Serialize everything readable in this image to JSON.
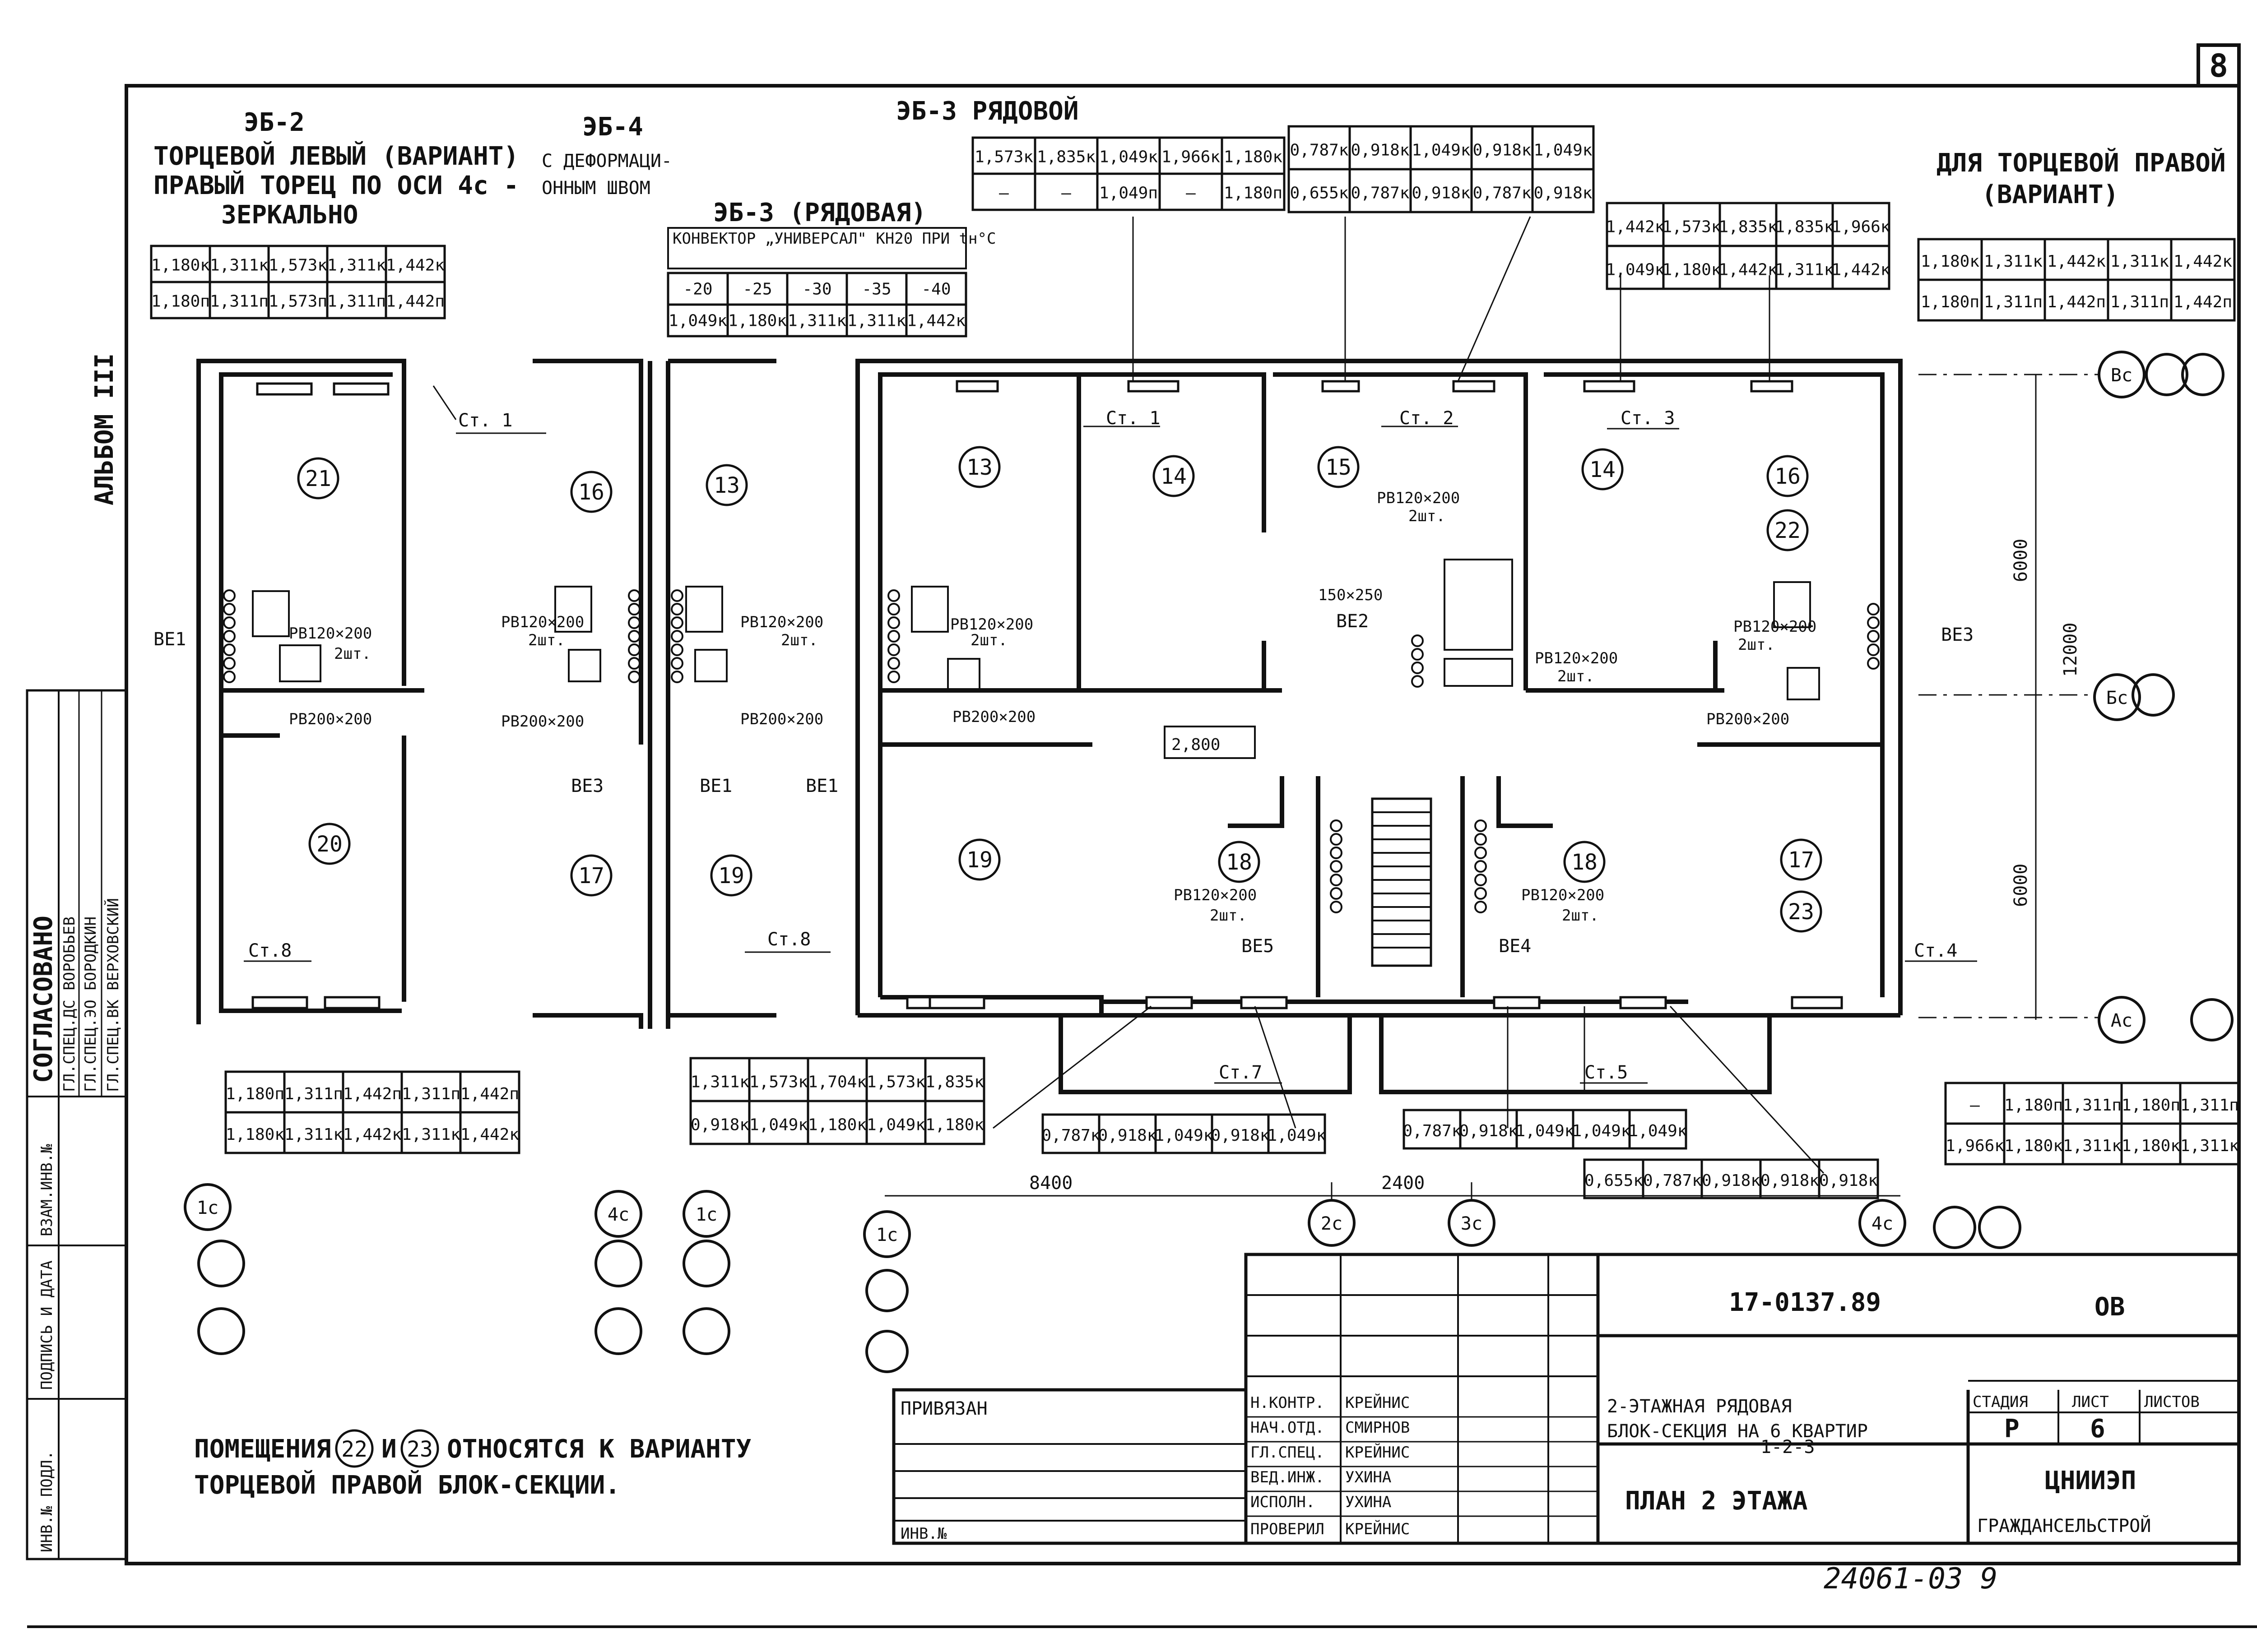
{
  "sheet_number": "8",
  "album": "АЛЬБОМ III",
  "eb2": {
    "title": "ЭБ-2",
    "note": [
      "ТОРЦЕВОЙ ЛЕВЫЙ (ВАРИАНТ)",
      "ПРАВЫЙ ТОРЕЦ ПО ОСИ 4с -",
      "ЗЕРКАЛЬНО"
    ],
    "table": [
      [
        "1,180к",
        "1,311к",
        "1,573к",
        "1,311к",
        "1,442к"
      ],
      [
        "1,180п",
        "1,311п",
        "1,573п",
        "1,311п",
        "1,442п"
      ]
    ]
  },
  "eb4": {
    "title": "ЭБ-4",
    "note": [
      "С ДЕФОРМАЦИ-",
      "ОННЫМ ШВОМ"
    ]
  },
  "eb3a": {
    "title": "ЭБ-3 (РЯДОВАЯ)",
    "convector": "КОНВЕКТОР „УНИВЕРСАЛ\" КН20 ПРИ tн°С",
    "temps": [
      "-20",
      "-25",
      "-30",
      "-35",
      "-40"
    ],
    "values": [
      "1,049к",
      "1,180к",
      "1,311к",
      "1,311к",
      "1,442к"
    ]
  },
  "eb3b": {
    "title": "ЭБ-3 РЯДОВОЙ",
    "table": [
      [
        "1,573к",
        "1,835к",
        "1,049к",
        "1,966к",
        "1,180к"
      ],
      [
        "—",
        "—",
        "1,049п",
        "—",
        "1,180п"
      ]
    ]
  },
  "top_center_table": [
    [
      "0,787к",
      "0,918к",
      "1,049к",
      "0,918к",
      "1,049к"
    ],
    [
      "0,655к",
      "0,787к",
      "0,918к",
      "0,787к",
      "0,918к"
    ]
  ],
  "top_right_table": [
    [
      "1,442к",
      "1,573к",
      "1,835к",
      "1,835к",
      "1,966к"
    ],
    [
      "1,049к",
      "1,180к",
      "1,442к",
      "1,311к",
      "1,442к"
    ]
  ],
  "right_end": {
    "note": [
      "ДЛЯ ТОРЦЕВОЙ ПРАВОЙ",
      "(ВАРИАНТ)"
    ],
    "table": [
      [
        "1,180к",
        "1,311к",
        "1,442к",
        "1,311к",
        "1,442к"
      ],
      [
        "1,180п",
        "1,311п",
        "1,442п",
        "1,311п",
        "1,442п"
      ]
    ]
  },
  "bottom_tables": {
    "left": [
      [
        "1,180п",
        "1,311п",
        "1,442п",
        "1,311п",
        "1,442п"
      ],
      [
        "1,180к",
        "1,311к",
        "1,442к",
        "1,311к",
        "1,442к"
      ]
    ],
    "mid_left": [
      [
        "1,311к",
        "1,573к",
        "1,704к",
        "1,573к",
        "1,835к"
      ],
      [
        "0,918к",
        "1,049к",
        "1,180к",
        "1,049к",
        "1,180к"
      ]
    ],
    "center_a": [
      "0,787к",
      "0,918к",
      "1,049к",
      "0,918к",
      "1,049к"
    ],
    "center_b": [
      "0,787к",
      "0,918к",
      "1,049к",
      "1,049к",
      "1,049к"
    ],
    "center_c": [
      "0,655к",
      "0,787к",
      "0,918к",
      "0,918к",
      "0,918к"
    ],
    "right": [
      [
        "—",
        "1,180п",
        "1,311п",
        "1,180п",
        "1,311п"
      ],
      [
        "1,966к",
        "1,180к",
        "1,311к",
        "1,180к",
        "1,311к"
      ]
    ]
  },
  "rooms": [
    "21",
    "16",
    "13",
    "13",
    "14",
    "15",
    "14",
    "16",
    "22",
    "20",
    "17",
    "19",
    "19",
    "18",
    "18",
    "17",
    "23"
  ],
  "risers": [
    "Ст. 1",
    "Ст. 1",
    "Ст. 2",
    "Ст. 3",
    "Ст.8",
    "Ст.8",
    "Ст.7",
    "Ст.5",
    "Ст.4"
  ],
  "equipment": {
    "ve1": "ВЕ1",
    "ve2": "ВЕ2",
    "ve3": "ВЕ3",
    "ve4": "ВЕ4",
    "ve5": "ВЕ5",
    "rb_small": "РВ120×200",
    "rb_small2": "2шт.",
    "rb_big": "РВ200×200",
    "duct": "150×250",
    "stair_dim": "2,800"
  },
  "axes": [
    "1с",
    "4с",
    "1с",
    "1с",
    "2с",
    "3с",
    "4с",
    "Вс",
    "Бс",
    "Ас"
  ],
  "dims": {
    "d8400": "8400",
    "d2400": "2400",
    "d6000a": "6000",
    "d12000": "12000",
    "d6000b": "6000"
  },
  "footnote": [
    "ПОМЕЩЕНИЯ",
    "И",
    "ОТНОСЯТСЯ К ВАРИАНТУ",
    "ТОРЦЕВОЙ ПРАВОЙ БЛОК-СЕКЦИИ."
  ],
  "side_stamp": {
    "agreed": "СОГЛАСОВАНО",
    "rows": [
      "ГЛ.СПЕЦ.ДС ВОРОБЬЕВ",
      "ГЛ.СПЕЦ.ЭО БОРОДКИН",
      "ГЛ.СПЕЦ.ВК ВЕРХОВСКИЙ"
    ],
    "cols": [
      "ИНВ.№ ПОДЛ.",
      "ПОДПИСЬ И ДАТА",
      "ВЗАМ.ИНВ.№"
    ]
  },
  "title_block": {
    "code": "17-0137.89",
    "section": "ОВ",
    "bound": "ПРИВЯЗАН",
    "inv": "ИНВ.№",
    "roles": [
      [
        "Н.КОНТР.",
        "КРЕЙНИС"
      ],
      [
        "НАЧ.ОТД.",
        "СМИРНОВ"
      ],
      [
        "ГЛ.СПЕЦ.",
        "КРЕЙНИС"
      ],
      [
        "ВЕД.ИНЖ.",
        "УХИНА"
      ],
      [
        "ИСПОЛН.",
        "УХИНА"
      ],
      [
        "ПРОВЕРИЛ",
        "КРЕЙНИС"
      ]
    ],
    "project": [
      "2-ЭТАЖНАЯ РЯДОВАЯ",
      "БЛОК-СЕКЦИЯ НА 6 КВАРТИР",
      "1-2-3"
    ],
    "sheet_title": "ПЛАН 2 ЭТАЖА",
    "stage_label": "СТАДИЯ",
    "sheet_label": "ЛИСТ",
    "sheets_label": "ЛИСТОВ",
    "stage": "Р",
    "sheet": "6",
    "org": [
      "ЦНИИЭП",
      "ГРАЖДАНСЕЛЬСТРОЙ"
    ]
  },
  "drawing_number": "24061-03 9"
}
